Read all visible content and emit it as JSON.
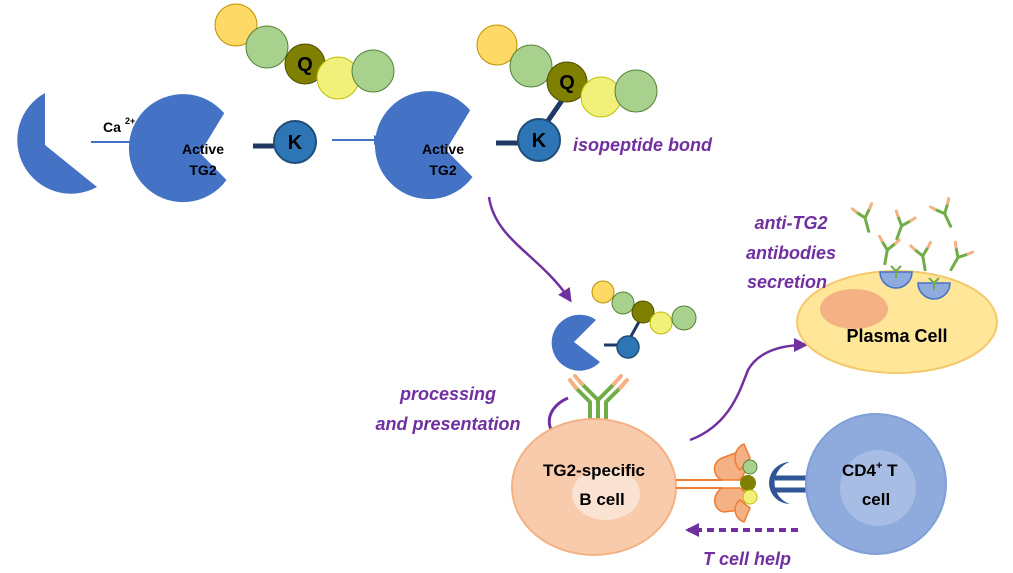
{
  "labels": {
    "ca": "Ca",
    "ca_sup": "2+",
    "active_tg2_1": "Active",
    "active_tg2_2": "TG2",
    "k": "K",
    "q": "Q",
    "isopeptide_bond": "isopeptide bond",
    "anti_tg2_1": "anti-TG2",
    "anti_tg2_2": "antibodies",
    "anti_tg2_3": "secretion",
    "plasma_cell": "Plasma Cell",
    "processing_1": "processing",
    "processing_2": "and presentation",
    "b_cell_1": "TG2-specific",
    "b_cell_2": "B cell",
    "cd4": "CD4",
    "cd4_sup": "+",
    "cd4_t": " T",
    "cd4_2": "cell",
    "t_cell_help": "T cell help"
  },
  "colors": {
    "tg2_blue": "#4472c4",
    "k_blue": "#2e75b6",
    "q_olive": "#7f7f00",
    "gold": "#ffd966",
    "green": "#a9d18e",
    "yellow": "#f0f07a",
    "purple": "#7030a0",
    "b_cell": "#f8cbad",
    "plasma": "#ffe699",
    "t_cell": "#8faadc",
    "antibody_green": "#70ad47",
    "antibody_tip": "#f4b183"
  }
}
